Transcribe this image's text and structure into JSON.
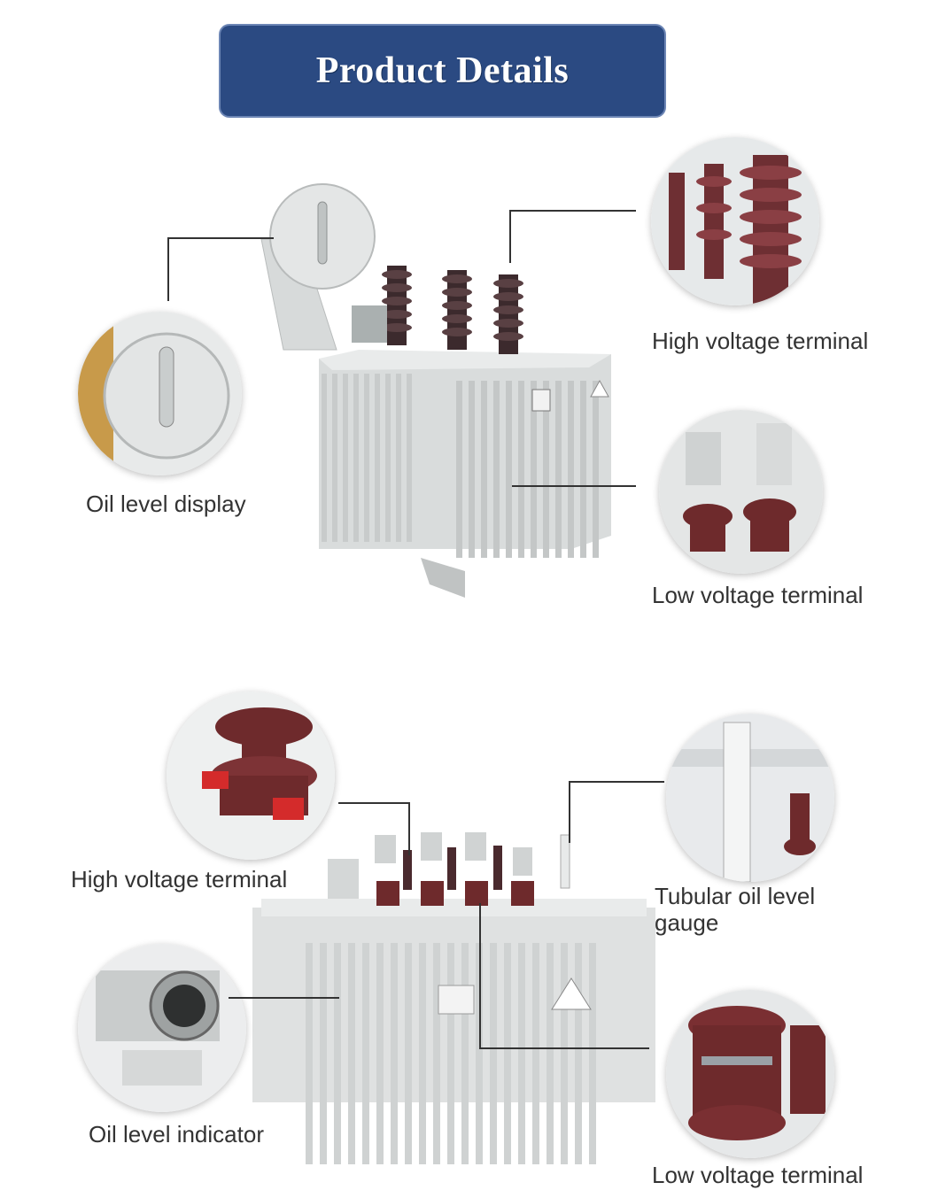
{
  "header": {
    "title": "Product Details"
  },
  "section_top": {
    "callouts": [
      {
        "label": "Oil level display"
      },
      {
        "label": "High voltage terminal"
      },
      {
        "label": "Low voltage terminal"
      }
    ]
  },
  "section_bottom": {
    "callouts": [
      {
        "label": "High voltage terminal"
      },
      {
        "label_line1": "Tubular oil level",
        "label_line2": "gauge"
      },
      {
        "label": "Oil level indicator"
      },
      {
        "label": "Low voltage terminal"
      }
    ]
  },
  "colors": {
    "banner": "#2b4a82",
    "tank": "#d9dcdc",
    "bushing_hv": "#4a2a2e",
    "bushing_lv": "#6e2a2c",
    "text": "#333333"
  }
}
